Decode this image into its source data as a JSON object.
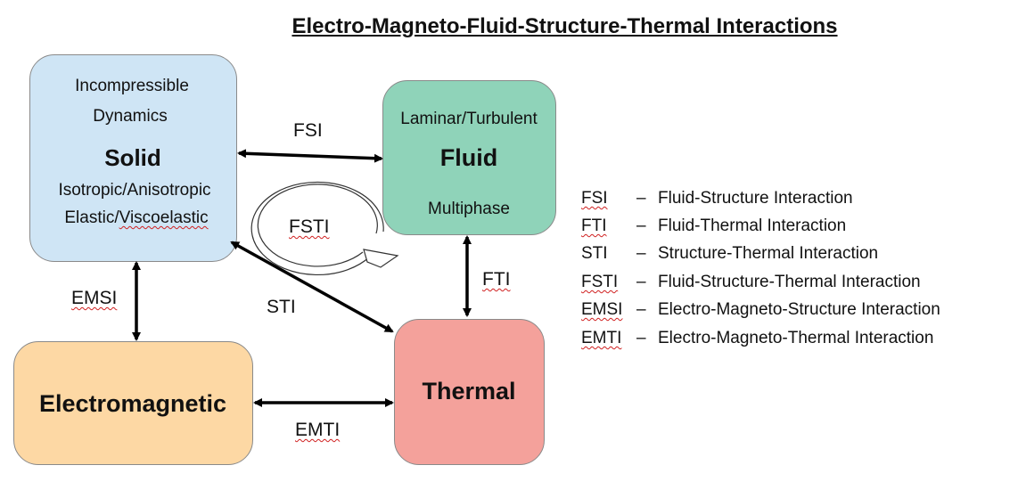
{
  "title": "Electro-Magneto-Fluid-Structure-Thermal Interactions",
  "boxes": {
    "solid": {
      "label": "Solid",
      "line1": "Incompressible",
      "line2": "Dynamics",
      "line3": "Isotropic/Anisotropic",
      "line4_a": "Elastic/",
      "line4_b": "Viscoelastic",
      "color": "#cfe5f5"
    },
    "fluid": {
      "label": "Fluid",
      "top": "Laminar/Turbulent",
      "bottom": "Multiphase",
      "color": "#8fd3b9"
    },
    "thermal": {
      "label": "Thermal",
      "color": "#f4a19b"
    },
    "electromagnetic": {
      "label": "Electromagnetic",
      "color": "#fdd8a4"
    }
  },
  "edges": {
    "fsi": "FSI",
    "fsti": "FSTI",
    "sti": "STI",
    "fti": "FTI",
    "emsi": "EMSI",
    "emti": "EMTI"
  },
  "legend": [
    {
      "abbr": "FSI",
      "dash": "–",
      "text": "Fluid-Structure Interaction"
    },
    {
      "abbr": "FTI",
      "dash": "–",
      "text": "Fluid-Thermal Interaction"
    },
    {
      "abbr": "STI",
      "dash": "–",
      "text": "Structure-Thermal Interaction"
    },
    {
      "abbr": "FSTI",
      "dash": "–",
      "text": "Fluid-Structure-Thermal Interaction"
    },
    {
      "abbr": "EMSI",
      "dash": "–",
      "text": "Electro-Magneto-Structure Interaction"
    },
    {
      "abbr": "EMTI",
      "dash": "–",
      "text": "Electro-Magneto-Thermal Interaction"
    }
  ]
}
